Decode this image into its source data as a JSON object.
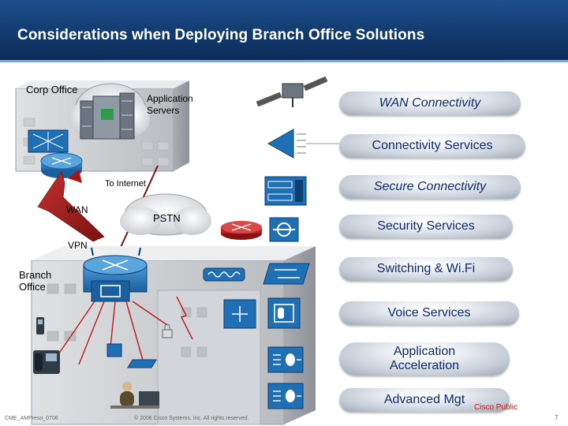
{
  "title": "Considerations when Deploying Branch Office Solutions",
  "diagram": {
    "corp_office": "Corp Office",
    "application_servers": [
      "Application",
      "Servers"
    ],
    "to_internet": "To Internet",
    "wan": "WAN",
    "pstn": "PSTN",
    "vpn": "VPN",
    "branch_office": [
      "Branch",
      "Office"
    ]
  },
  "services": [
    {
      "label": "WAN Connectivity",
      "italic": true,
      "icon": "satellite-icon"
    },
    {
      "label": "Connectivity Services",
      "italic": false,
      "icon": "wireless-access-icon"
    },
    {
      "label": "Secure Connectivity",
      "italic": true,
      "icon": "vpn-concentrator-icon"
    },
    {
      "label": "Security Services",
      "italic": false,
      "icon": "firewall-icon"
    },
    {
      "label": "Switching & Wi.Fi",
      "italic": false,
      "icon": "switch-icon"
    },
    {
      "label": "Voice Services",
      "italic": false,
      "icon": "ip-phone-icon"
    },
    {
      "label": "Application Acceleration",
      "italic": false,
      "icon": "waas-icon"
    },
    {
      "label": "Advanced Mgt",
      "italic": false,
      "icon": "management-icon"
    }
  ],
  "footer": {
    "left": "CME_AMPreso_0706",
    "center": "© 2006 Cisco Systems, Inc. All rights reserved.",
    "classification": "Cisco Public",
    "page": "7"
  },
  "colors": {
    "title_bar": "#123a6e",
    "pill_text": "#0d2a6a",
    "icon_blue": "#1f6fb5",
    "wan_arrow": "#a01818",
    "classification": "#cc1414"
  }
}
